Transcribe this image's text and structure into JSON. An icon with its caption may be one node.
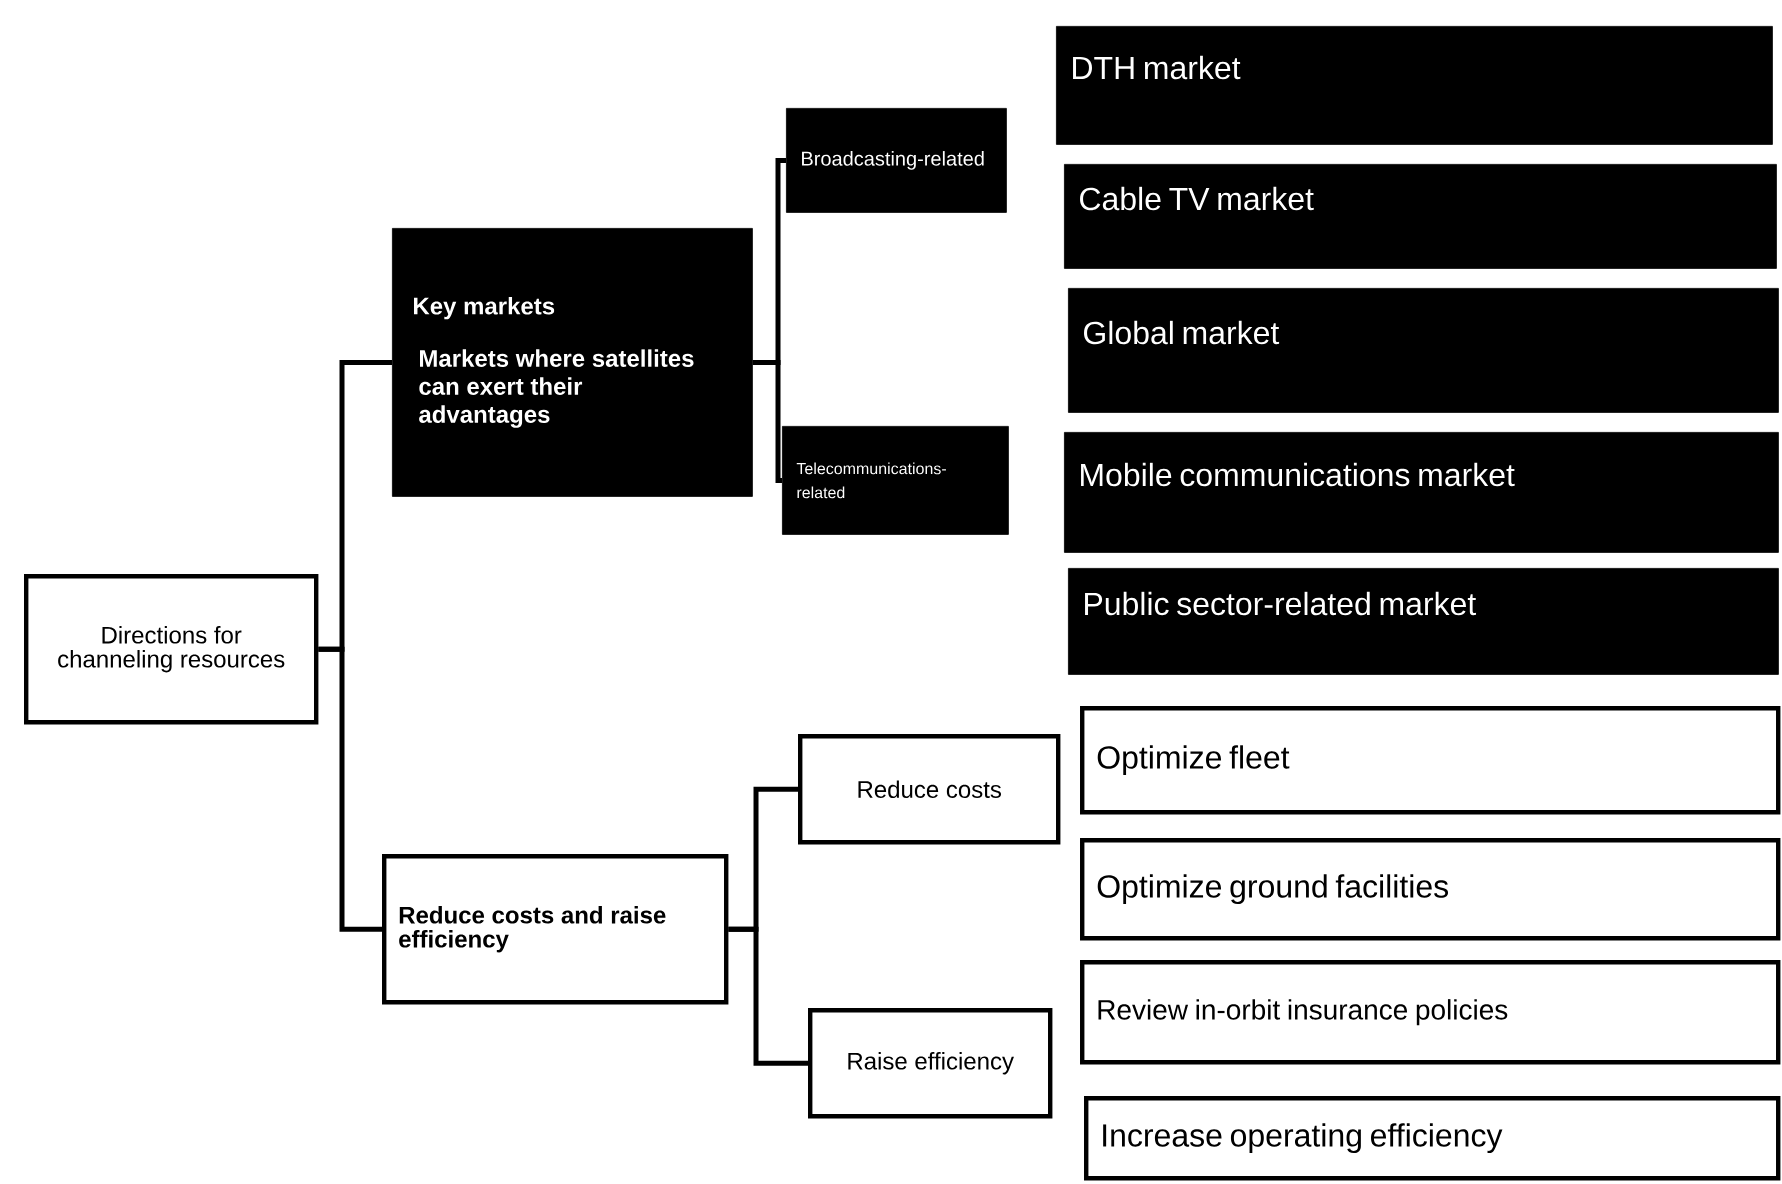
{
  "diagram": {
    "nodes": [
      {
        "text": [
          "Directions for channeling resources"
        ]
      },
      {
        "text": [
          "Key markets",
          "Markets where satellites can exert their advantages"
        ]
      },
      {
        "text": [
          "Broadcasting-related"
        ]
      },
      {
        "text": [
          "Telecommunications-related"
        ]
      },
      {
        "text": [
          "DTH market"
        ]
      },
      {
        "text": [
          "Cable TV market"
        ]
      },
      {
        "text": [
          "Global market"
        ]
      },
      {
        "text": [
          "Mobile communications market"
        ]
      },
      {
        "text": [
          "Public sector-related market"
        ]
      },
      {
        "text": [
          "Reduce costs and raise efficiency"
        ]
      },
      {
        "text": [
          "Reduce costs"
        ]
      },
      {
        "text": [
          "Raise efficiency"
        ]
      },
      {
        "text": [
          "Optimize fleet"
        ]
      },
      {
        "text": [
          "Optimize ground facilities"
        ]
      },
      {
        "text": [
          "Review in-orbit insurance policies"
        ]
      },
      {
        "text": [
          "Increase operating efficiency"
        ]
      }
    ],
    "edges": [
      {
        "from": 0,
        "to": 1,
        "arrow": "none"
      },
      {
        "from": 0,
        "to": 9,
        "arrow": "none"
      },
      {
        "from": 1,
        "to": 2,
        "arrow": "none"
      },
      {
        "from": 1,
        "to": 3,
        "arrow": "none"
      },
      {
        "from": 9,
        "to": 10,
        "arrow": "none"
      },
      {
        "from": 9,
        "to": 11,
        "arrow": "none"
      }
    ]
  }
}
